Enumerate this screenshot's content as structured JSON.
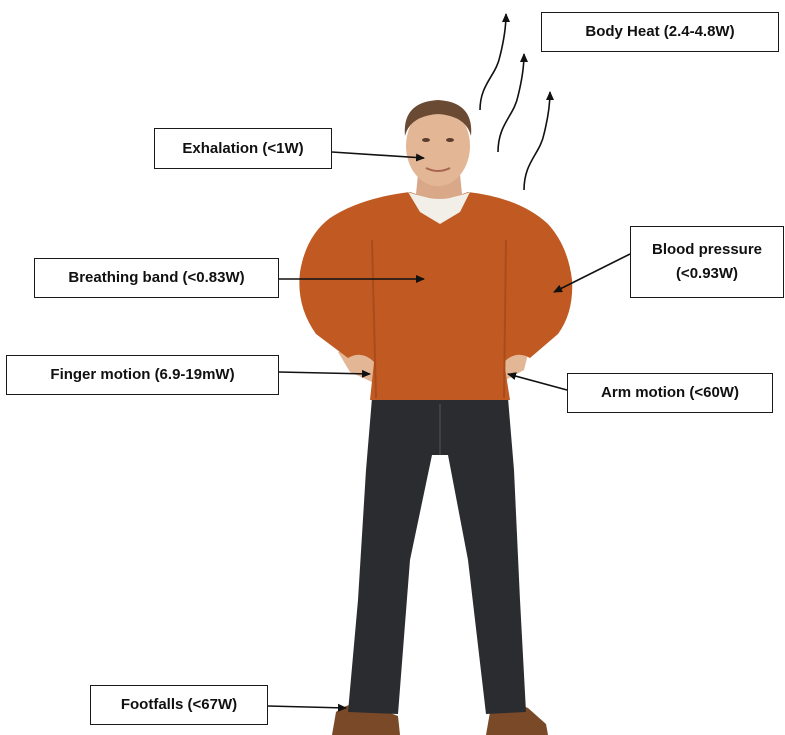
{
  "diagram": {
    "labels": {
      "body_heat": "Body Heat (2.4-4.8W)",
      "exhalation": "Exhalation (<1W)",
      "breathing_band": "Breathing band (<0.83W)",
      "blood_pressure_line1": "Blood pressure",
      "blood_pressure_line2": "(<0.93W)",
      "finger_motion": "Finger motion (6.9-19mW)",
      "arm_motion": "Arm motion (<60W)",
      "footfalls": "Footfalls (<67W)"
    },
    "colors": {
      "sweater": "#c05a22",
      "jeans": "#2b2c30",
      "skin": "#e3b696",
      "hair": "#6b4a33",
      "shoes": "#7a4a28",
      "undershirt": "#f2efe9",
      "arrow": "#111111"
    }
  }
}
